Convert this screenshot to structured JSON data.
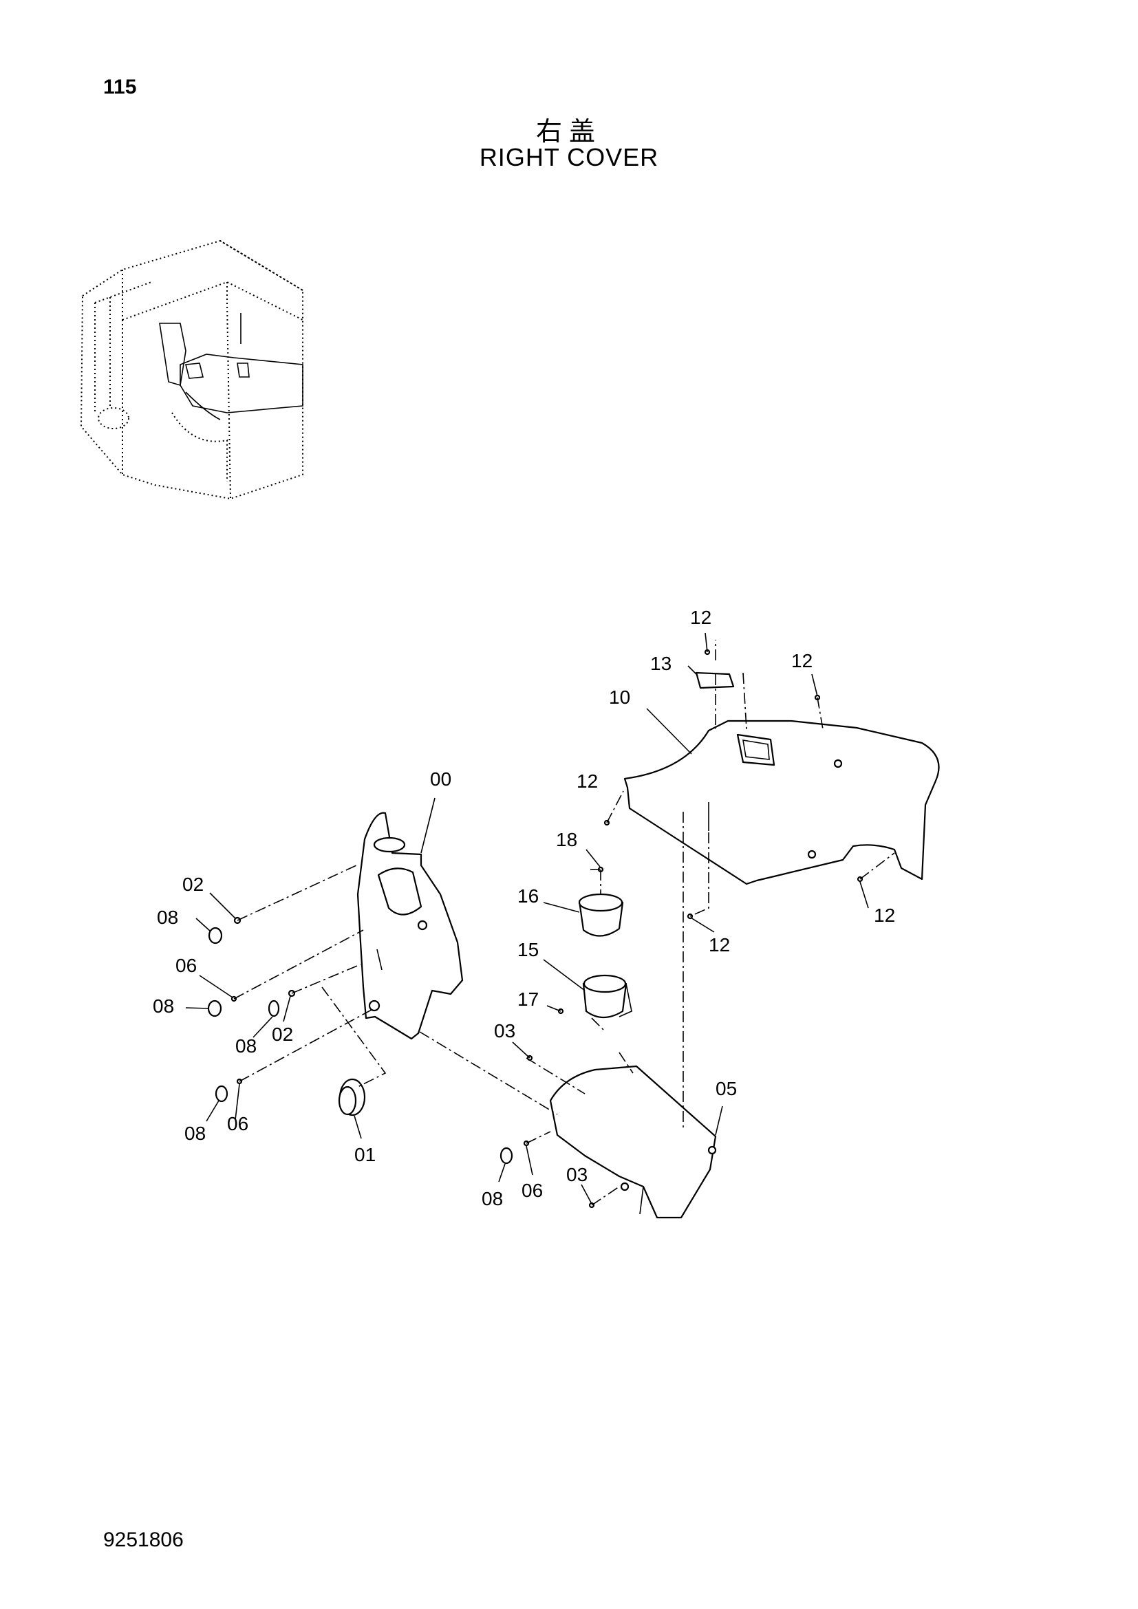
{
  "header": {
    "page_number": "115",
    "title_cn": "右盖",
    "title_en": "RIGHT COVER"
  },
  "footer": {
    "document_code": "9251806"
  },
  "callouts": [
    {
      "id": "c-12-a",
      "text": "12"
    },
    {
      "id": "c-13",
      "text": "13"
    },
    {
      "id": "c-12-b",
      "text": "12"
    },
    {
      "id": "c-10",
      "text": "10"
    },
    {
      "id": "c-00",
      "text": "00"
    },
    {
      "id": "c-12-c",
      "text": "12"
    },
    {
      "id": "c-18",
      "text": "18"
    },
    {
      "id": "c-02-a",
      "text": "02"
    },
    {
      "id": "c-16",
      "text": "16"
    },
    {
      "id": "c-08-a",
      "text": "08"
    },
    {
      "id": "c-12-d",
      "text": "12"
    },
    {
      "id": "c-12-e",
      "text": "12"
    },
    {
      "id": "c-06-a",
      "text": "06"
    },
    {
      "id": "c-15",
      "text": "15"
    },
    {
      "id": "c-08-b",
      "text": "08"
    },
    {
      "id": "c-17",
      "text": "17"
    },
    {
      "id": "c-02-b",
      "text": "02"
    },
    {
      "id": "c-08-c",
      "text": "08"
    },
    {
      "id": "c-03-a",
      "text": "03"
    },
    {
      "id": "c-05",
      "text": "05"
    },
    {
      "id": "c-08-d",
      "text": "08"
    },
    {
      "id": "c-06-b",
      "text": "06"
    },
    {
      "id": "c-01",
      "text": "01"
    },
    {
      "id": "c-03-b",
      "text": "03"
    },
    {
      "id": "c-08-e",
      "text": "08"
    },
    {
      "id": "c-06-c",
      "text": "06"
    }
  ]
}
